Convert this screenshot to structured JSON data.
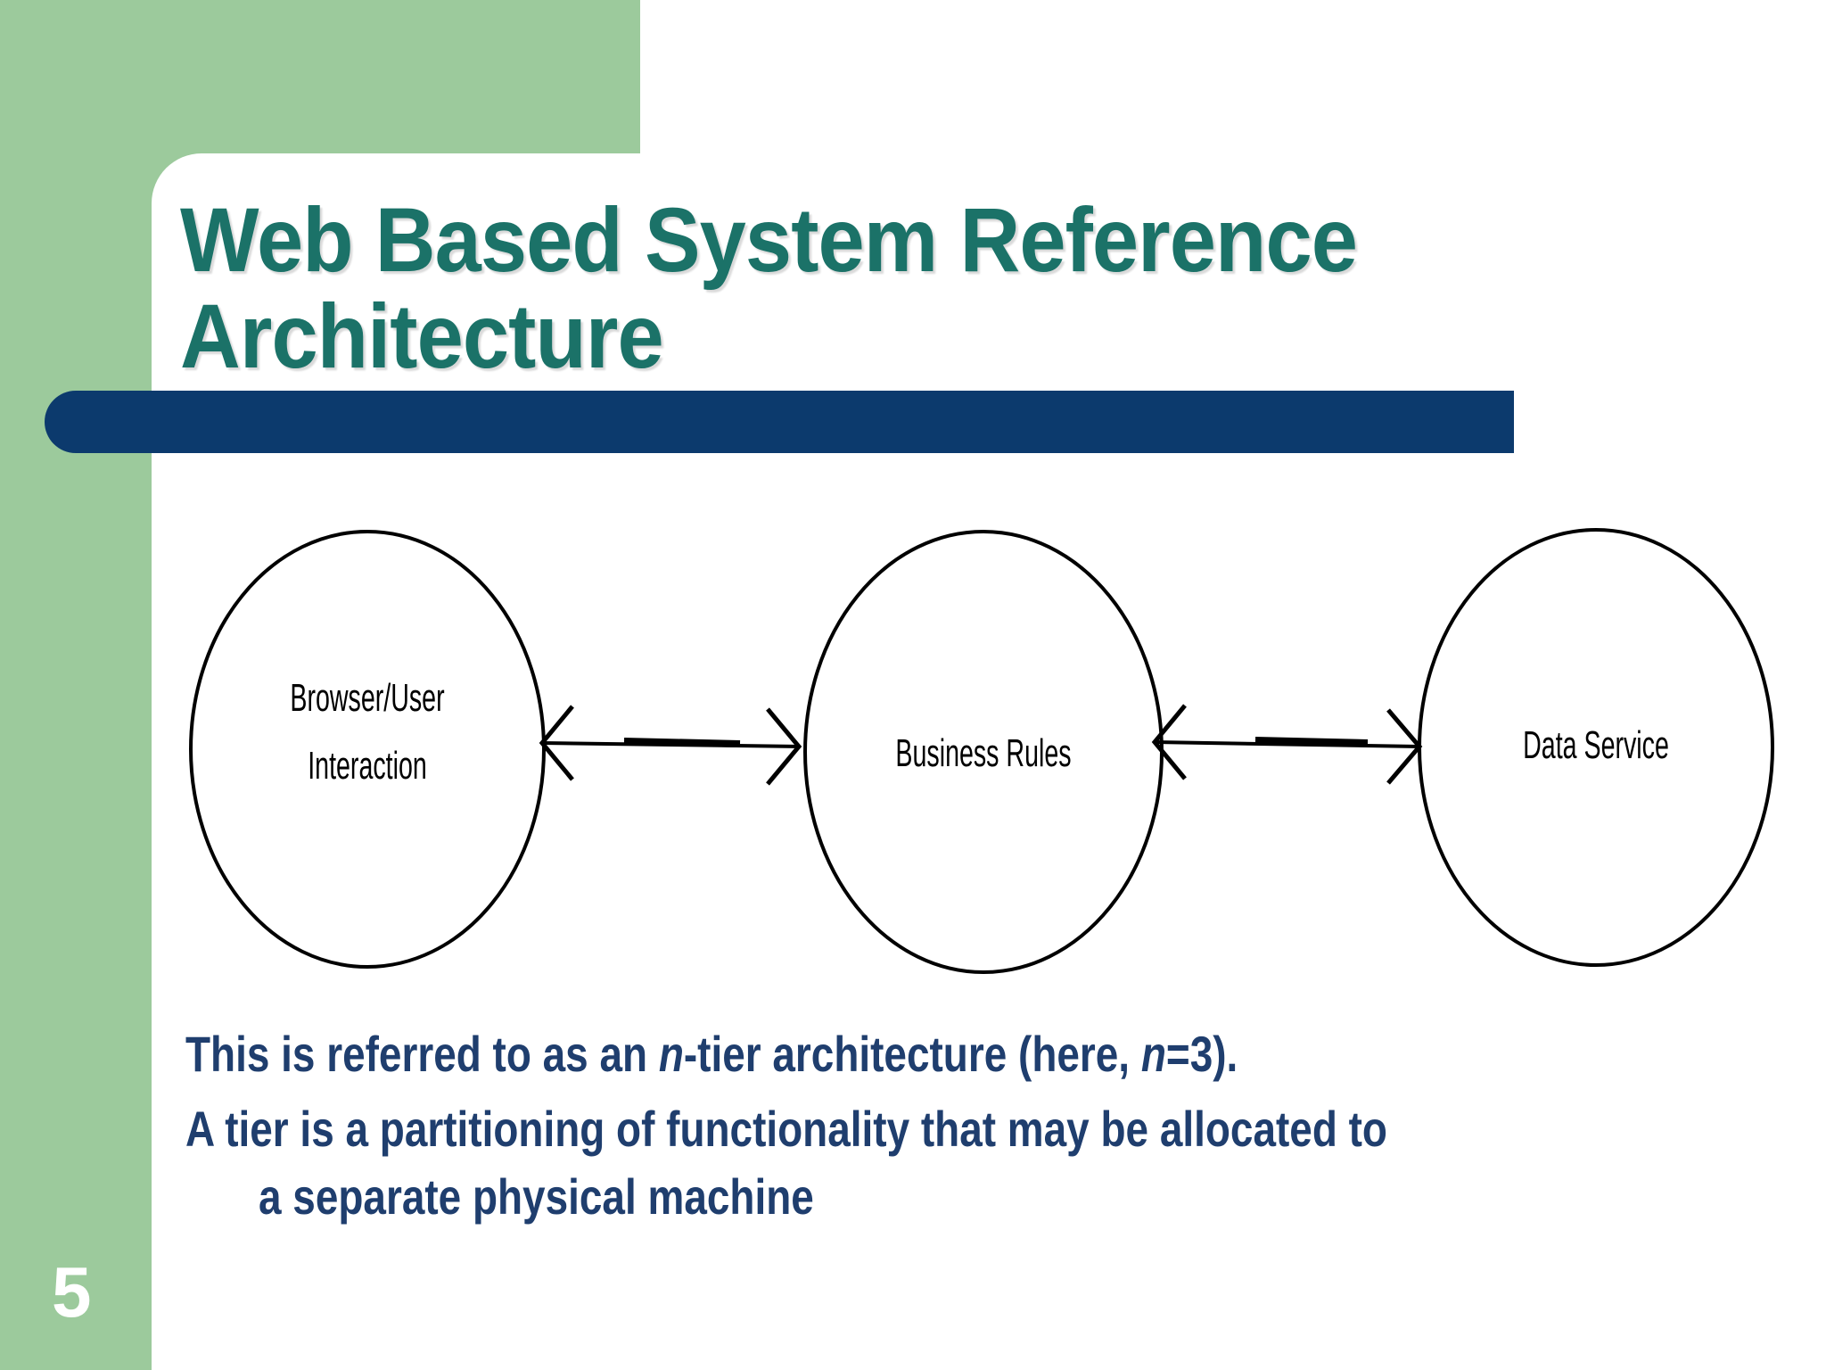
{
  "slide": {
    "title_lines": [
      "Web Based System Reference",
      "Architecture"
    ],
    "page_number": "5"
  },
  "diagram": {
    "nodes": [
      {
        "id": "browser-user-interaction",
        "label_lines": [
          "Browser/User",
          "Interaction"
        ]
      },
      {
        "id": "business-rules",
        "label_lines": [
          "Business Rules"
        ]
      },
      {
        "id": "data-service",
        "label_lines": [
          "Data Service"
        ]
      }
    ],
    "connectors": [
      {
        "type": "double-arrow",
        "from": "browser-user-interaction",
        "to": "business-rules"
      },
      {
        "type": "double-arrow",
        "from": "business-rules",
        "to": "data-service"
      }
    ]
  },
  "body": {
    "line1_pre": "This is referred to as an ",
    "line1_italic1": "n",
    "line1_mid": "-tier architecture (here, ",
    "line1_italic2": "n",
    "line1_post": "=3).",
    "line2": "A tier is a partitioning of functionality that may be allocated to",
    "line3": "a separate physical machine"
  },
  "colors": {
    "background_green": "#9cca9c",
    "panel_white": "#ffffff",
    "title_teal": "#1b7268",
    "bar_navy": "#0c3a6d",
    "body_navy": "#1f3e6e",
    "diagram_outline": "#000000"
  }
}
